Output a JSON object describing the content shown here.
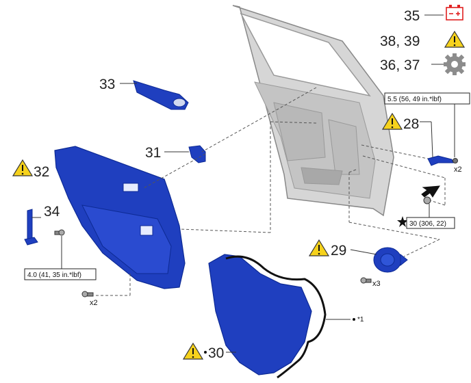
{
  "callouts": {
    "c35": "35",
    "c38_39": "38, 39",
    "c36_37": "36, 37",
    "c33": "33",
    "c31": "31",
    "c32": "32",
    "c34": "34",
    "c28": "28",
    "c29": "29",
    "c30": "30",
    "c1": "*1"
  },
  "torque": {
    "t_5_5": "5.5 (56, 49 in.*lbf)",
    "t_4_0": "4.0 (41, 35 in.*lbf)",
    "t_30": "30 (306, 22)"
  },
  "multipliers": {
    "x2_right": "x2",
    "x2_left": "x2",
    "x3": "x3"
  },
  "colors": {
    "part_blue": "#1f3fbf",
    "part_blue_dark": "#0d2a94",
    "warning_yellow": "#f6d21c",
    "battery_red": "#e02020",
    "gear_gray": "#8c8c8c",
    "door_gray": "#d6d6d6"
  },
  "icons": [
    "battery-icon",
    "warning-icon",
    "gear-icon",
    "star-icon",
    "arrow-icon"
  ]
}
